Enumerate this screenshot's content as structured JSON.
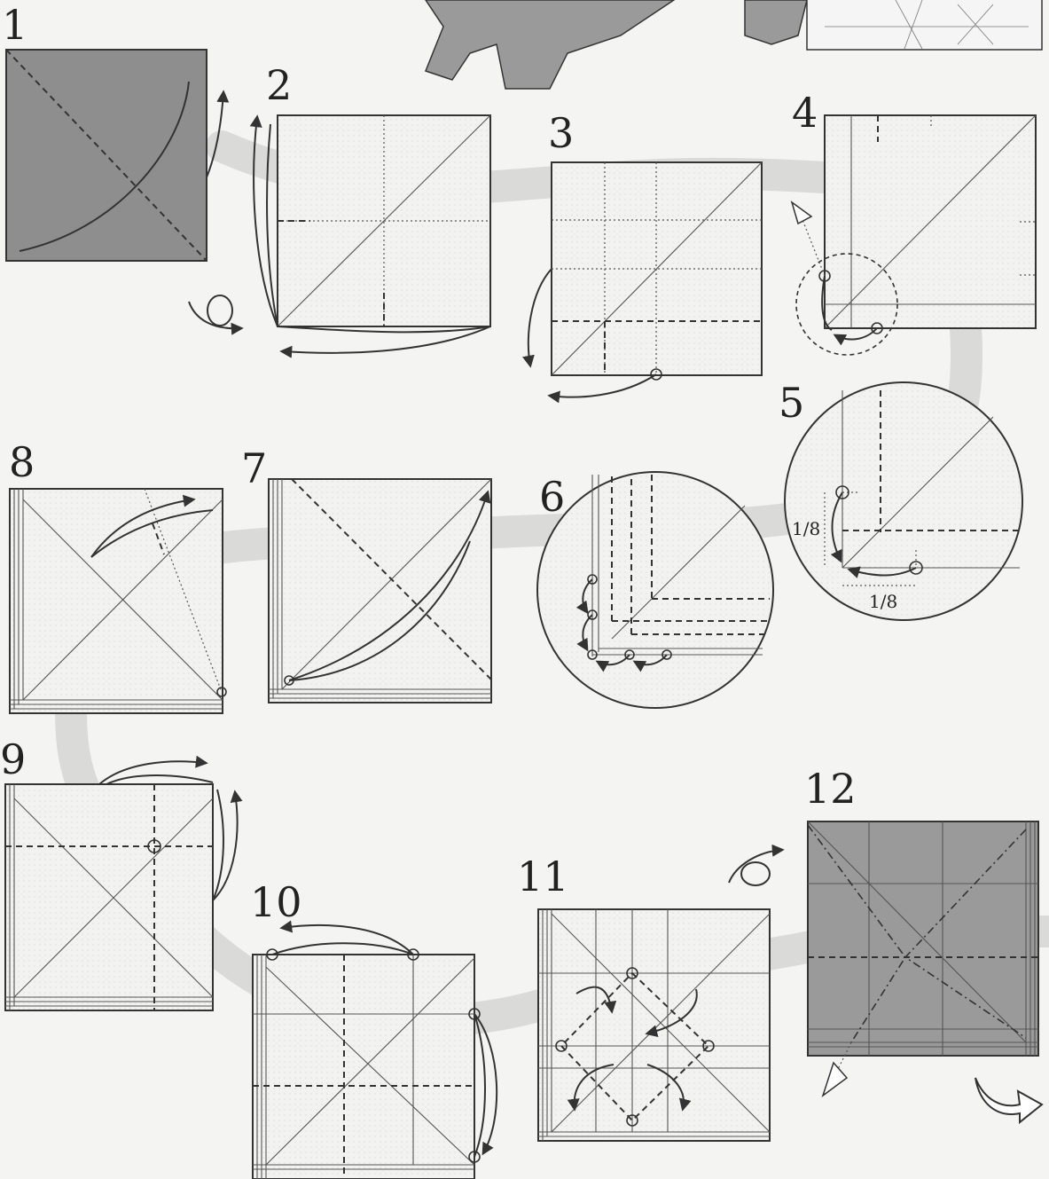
{
  "steps": [
    {
      "number": "1"
    },
    {
      "number": "2"
    },
    {
      "number": "3"
    },
    {
      "number": "4"
    },
    {
      "number": "5",
      "fraction_vertical": "1/8",
      "fraction_horizontal": "1/8"
    },
    {
      "number": "6"
    },
    {
      "number": "7"
    },
    {
      "number": "8"
    },
    {
      "number": "9"
    },
    {
      "number": "10"
    },
    {
      "number": "11"
    },
    {
      "number": "12"
    }
  ],
  "colors": {
    "paper_front": "#f3f3f1",
    "paper_back": "#8e8e8e",
    "paper_back_step12": "#9a9a9a",
    "lines": "#333333",
    "background_path": "#c9c9c9"
  }
}
